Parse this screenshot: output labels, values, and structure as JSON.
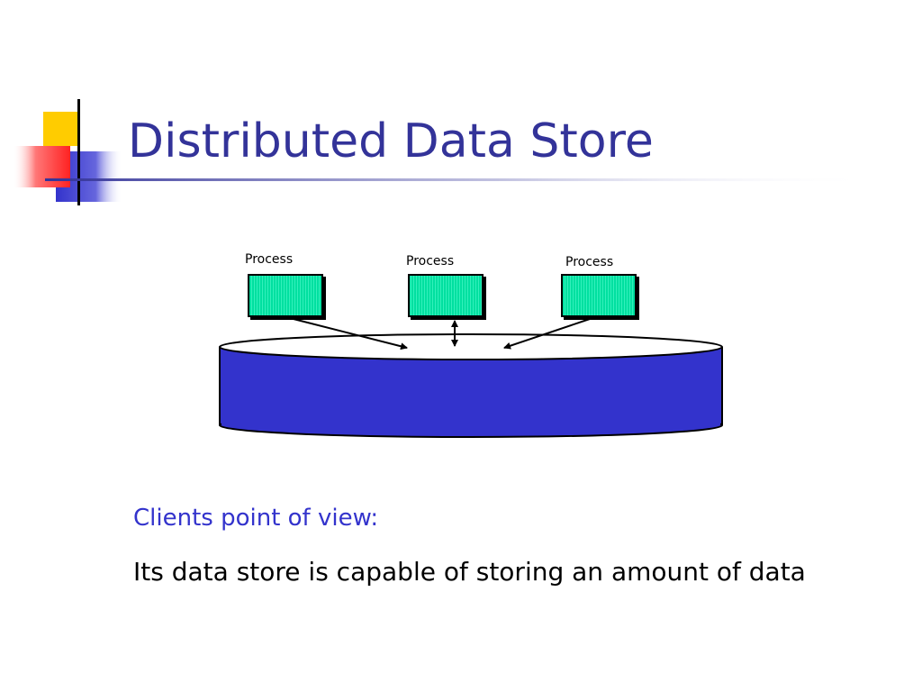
{
  "slide": {
    "title": "Distributed Data Store",
    "diagram": {
      "process_labels": [
        "Process",
        "Process",
        "Process"
      ],
      "process_color": "#00e0a0",
      "store_color": "#3333cc"
    },
    "caption": "Clients point of view:",
    "body": "Its data store is capable of storing an amount of data"
  },
  "colors": {
    "title": "#333399",
    "caption": "#3333cc",
    "accent_yellow": "#ffcc00",
    "accent_red": "#ff3333",
    "accent_blue": "#3333cc"
  }
}
